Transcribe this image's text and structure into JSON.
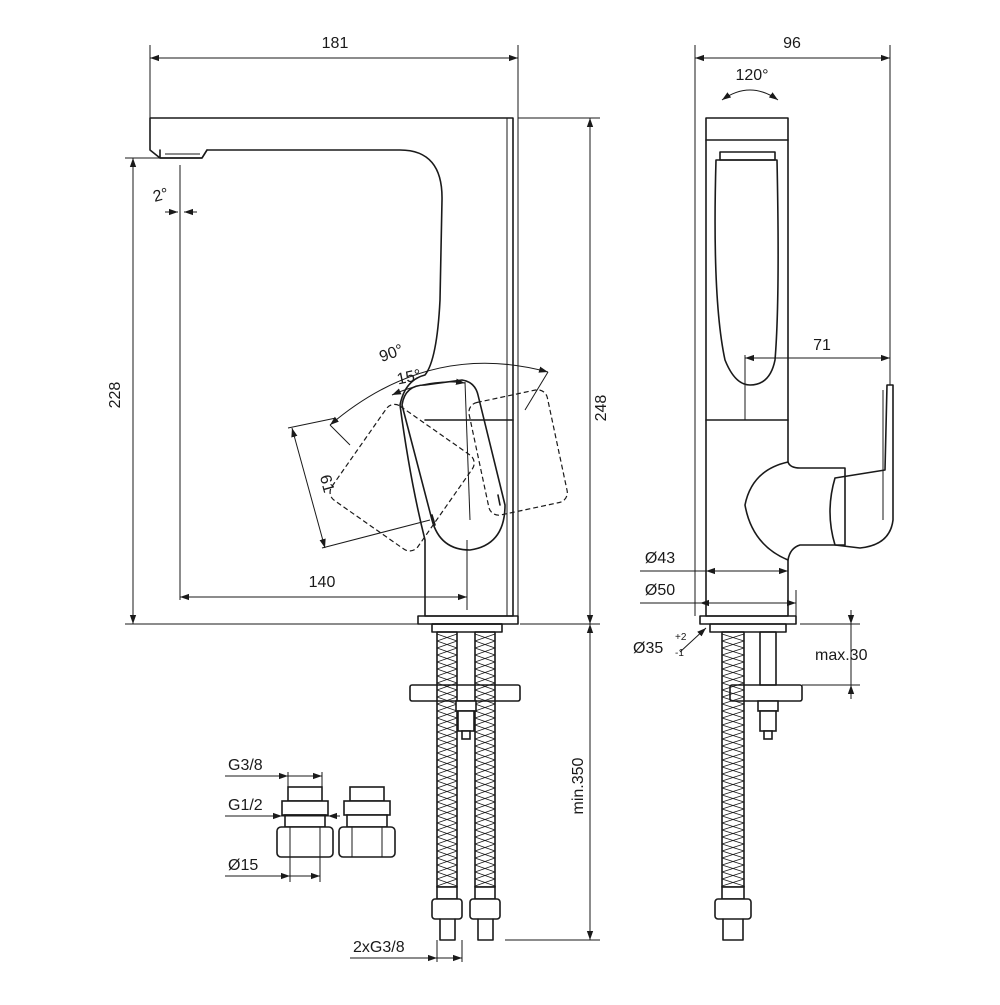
{
  "dimensions": {
    "front_width": "181",
    "side_width": "96",
    "rotation_angle": "120°",
    "spout_angle": "2°",
    "height_228": "228",
    "height_248": "248",
    "lever_angle_90": "90°",
    "lever_angle_15": "15°",
    "lever_length": "61",
    "reach": "140",
    "side_71": "71",
    "diameter_43": "Ø43",
    "diameter_50": "Ø50",
    "diameter_35": "Ø35",
    "tol_plus": "+2",
    "tol_minus": "-1",
    "max_deck": "max.30",
    "hose_length": "min.350",
    "thread_g38": "G3/8",
    "thread_g12": "G1/2",
    "diameter_15": "Ø15",
    "hose_thread": "2xG3/8"
  }
}
